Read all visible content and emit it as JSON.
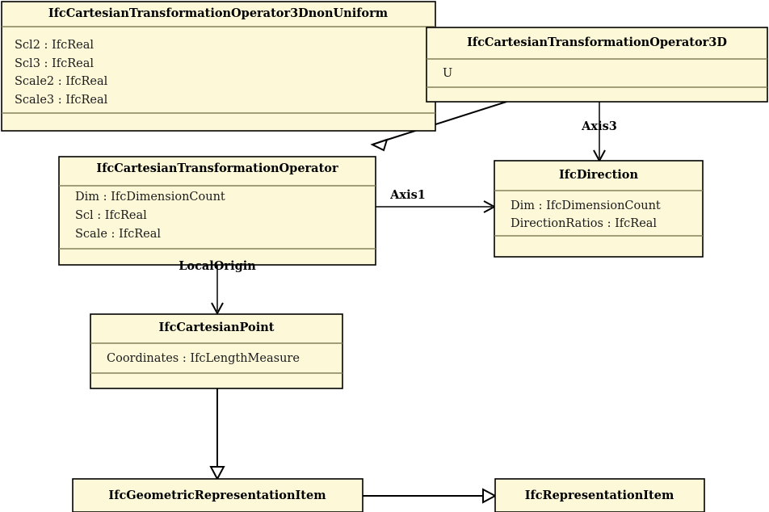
{
  "diagram": {
    "type": "uml-class-diagram",
    "background_color": "#ffffff",
    "box_fill_color": "#fcf8d8",
    "box_border_color": "#000000",
    "separator_color": "#83805a",
    "edge_color": "#000000",
    "classes": [
      {
        "id": "op3dnonuniform",
        "name": "IfcCartesianTransformationOperator3DnonUniform",
        "attributes": [
          "Scl2 : IfcReal",
          "Scl3 : IfcReal",
          "Scale2 : IfcReal",
          "Scale3 : IfcReal"
        ]
      },
      {
        "id": "op3d",
        "name": "IfcCartesianTransformationOperator3D",
        "attributes": [
          "U"
        ]
      },
      {
        "id": "op",
        "name": "IfcCartesianTransformationOperator",
        "attributes": [
          "Dim : IfcDimensionCount",
          "Scl : IfcReal",
          "Scale : IfcReal"
        ]
      },
      {
        "id": "direction",
        "name": "IfcDirection",
        "attributes": [
          "Dim : IfcDimensionCount",
          "DirectionRatios : IfcReal"
        ]
      },
      {
        "id": "cartesianpoint",
        "name": "IfcCartesianPoint",
        "attributes": [
          "Coordinates : IfcLengthMeasure"
        ]
      },
      {
        "id": "geomrepitem",
        "name": "IfcGeometricRepresentationItem",
        "attributes": []
      },
      {
        "id": "repitem",
        "name": "IfcRepresentationItem",
        "attributes": []
      }
    ],
    "edges": [
      {
        "id": "inherit-op3d-op",
        "from": "op3d",
        "to": "op",
        "kind": "generalization",
        "label": ""
      },
      {
        "id": "assoc-op3d-direction",
        "from": "op3d",
        "to": "direction",
        "kind": "association",
        "label": "Axis3"
      },
      {
        "id": "assoc-op-direction",
        "from": "op",
        "to": "direction",
        "kind": "association",
        "label": "Axis1"
      },
      {
        "id": "assoc-op-cartesianpoint",
        "from": "op",
        "to": "cartesianpoint",
        "kind": "association",
        "label": "LocalOrigin"
      },
      {
        "id": "inherit-cartesianpoint-geomrepitem",
        "from": "cartesianpoint",
        "to": "geomrepitem",
        "kind": "generalization",
        "label": ""
      },
      {
        "id": "inherit-geomrepitem-repitem",
        "from": "geomrepitem",
        "to": "repitem",
        "kind": "generalization",
        "label": ""
      }
    ]
  }
}
